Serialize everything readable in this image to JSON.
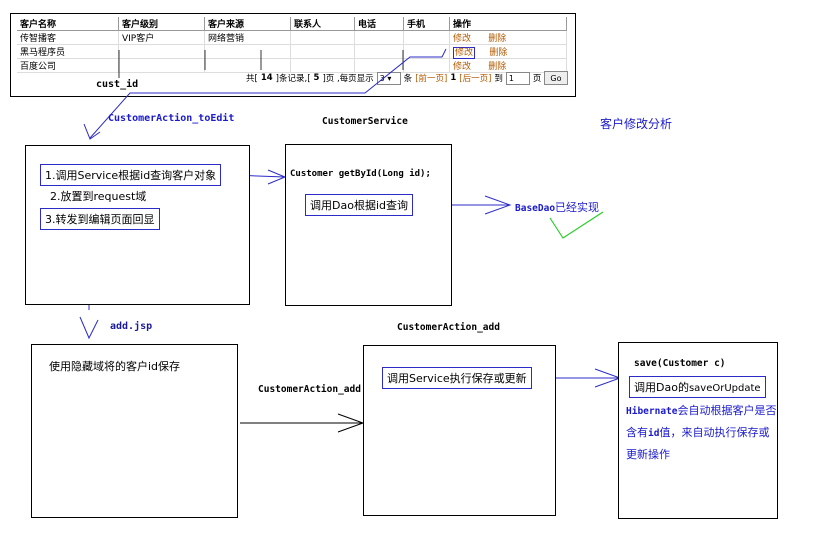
{
  "table": {
    "headers": [
      "客户名称",
      "客户级别",
      "客户来源",
      "联系人",
      "电话",
      "手机",
      "操作"
    ],
    "rows": [
      [
        "传智播客",
        "VIP客户",
        "网络营销",
        "",
        "",
        "",
        ""
      ],
      [
        "黑马程序员",
        "",
        "",
        "",
        "",
        "",
        ""
      ],
      [
        "百度公司",
        "",
        "",
        "",
        "",
        "",
        ""
      ]
    ],
    "edit_label": "修改",
    "delete_label": "删除",
    "pager": {
      "total_prefix": "共[",
      "total_records": "14",
      "records_mid": "]条记录,[",
      "total_pages": "5",
      "pages_mid": "]页 ,每页显示",
      "page_size": "3",
      "unit": "条",
      "prev": "[前一页]",
      "current": "1",
      "next": "[后一页]",
      "goto": "到",
      "goto_value": "1",
      "page_unit": "页",
      "go": "Go"
    }
  },
  "labels": {
    "cust_id": "cust_id",
    "customer_action_toedit": "CustomerAction_toEdit",
    "customer_service": "CustomerService",
    "title": "客户修改分析",
    "add_jsp": "add.jsp",
    "customer_action_add_top": "CustomerAction_add",
    "customer_action_add_arrow": "CustomerAction_add",
    "basedao": "BaseDao",
    "basedao_done": "已经实现"
  },
  "box1": {
    "step1": "1.调用Service根据id查询客户对象",
    "step2": "2.放置到request域",
    "step3": "3.转发到编辑页面回显"
  },
  "box2": {
    "method": "Customer getById(Long id);",
    "call": "调用Dao根据id查询"
  },
  "box3": {
    "text": "使用隐藏域将的客户id保存"
  },
  "box4": {
    "call": "调用Service执行保存或更新"
  },
  "box5": {
    "method": "save(Customer c)",
    "call_prefix": "调用Dao的",
    "call_method": "saveOrUpdate",
    "note_prefix": "Hibernate",
    "note_line1": "会自动根据客户是否",
    "note_line2_prefix": "含有",
    "note_line2_id": "id",
    "note_line2": "值，来自动执行保存或",
    "note_line3": "更新操作"
  },
  "colors": {
    "accent": "#1a1acc",
    "check": "#22cc22",
    "link": "#b35a00"
  }
}
